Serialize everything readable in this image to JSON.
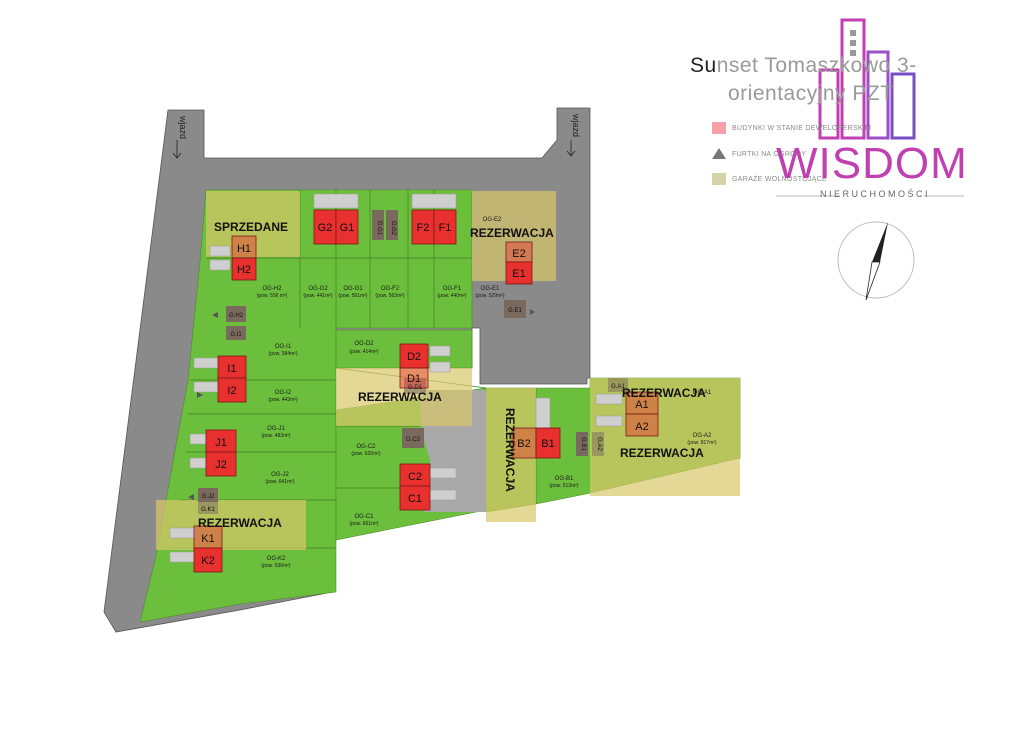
{
  "header": {
    "title_lead": "Su",
    "title_rest_line1": "nset Tomaszkowo 3-",
    "title_line2": "orientacyjny PZT"
  },
  "legend": [
    {
      "label": "BUDYNKI W STANIE DEWELOPERSKIM",
      "color": "#f4a0a8",
      "symbol": "swatch"
    },
    {
      "label": "FURTKI NA OGRODY",
      "color": "#777777",
      "symbol": "triangle"
    },
    {
      "label": "GARAŻE WOLNOSTOJĄCE",
      "color": "#d4d4a8",
      "symbol": "swatch"
    }
  ],
  "logo": {
    "name": "WISDOM",
    "subtitle": "NIERUCHOMOŚCI"
  },
  "entrances": [
    "wjazd",
    "wjazd"
  ],
  "buildings": [
    "H1",
    "H2",
    "G2",
    "G1",
    "F2",
    "F1",
    "E2",
    "E1",
    "D2",
    "D1",
    "I1",
    "I2",
    "J1",
    "J2",
    "C2",
    "C1",
    "B2",
    "B1",
    "A1",
    "A2",
    "K1",
    "K2"
  ],
  "garages": [
    "G.G1",
    "G.G2",
    "G.H2",
    "G.I1",
    "G.E1",
    "G.D1",
    "G.C2",
    "G.B1",
    "G.A1",
    "G.A2",
    "G.J2",
    "G.K1"
  ],
  "plots": [
    {
      "name": "OG-H2",
      "area": "(pow. 556 m²)"
    },
    {
      "name": "OG-G2",
      "area": "(pow. 441m²)"
    },
    {
      "name": "OG-G1",
      "area": "(pow. 561m²)"
    },
    {
      "name": "OG-F2",
      "area": "(pow. 563m²)"
    },
    {
      "name": "OG-F1",
      "area": "(pow. 440m²)"
    },
    {
      "name": "OG-E1",
      "area": "(pow. 529m²)"
    },
    {
      "name": "OG-E2",
      "area": ""
    },
    {
      "name": "OG-I1",
      "area": "(pow. 584m²)"
    },
    {
      "name": "OG-I2",
      "area": "(pow. 443m²)"
    },
    {
      "name": "OG-D2",
      "area": "(pow. 414m²)"
    },
    {
      "name": "OG-J1",
      "area": "(pow. 483m²)"
    },
    {
      "name": "OG-J2",
      "area": "(pow. 641m²)"
    },
    {
      "name": "OG-C2",
      "area": "(pow. 620m²)"
    },
    {
      "name": "OG-C1",
      "area": "(pow. 661m²)"
    },
    {
      "name": "OG-B1",
      "area": "(pow. 513m²)"
    },
    {
      "name": "OG-K2",
      "area": "(pow. 536m²)"
    },
    {
      "name": "OG-A1",
      "area": ""
    },
    {
      "name": "OG-A2",
      "area": "(pow. 817m²)"
    }
  ],
  "status_labels": {
    "sprzedane": "SPRZEDANE",
    "rezerwacja": "REZERWACJA"
  },
  "colors": {
    "road": "#8a8a8a",
    "lawn": "#6cbf3c",
    "building": "#e8312f",
    "reserved_overlay": "#d8c86a",
    "garage": "#7a6a5e",
    "pink": "#c03fb1",
    "purple": "#7a4fc4"
  }
}
